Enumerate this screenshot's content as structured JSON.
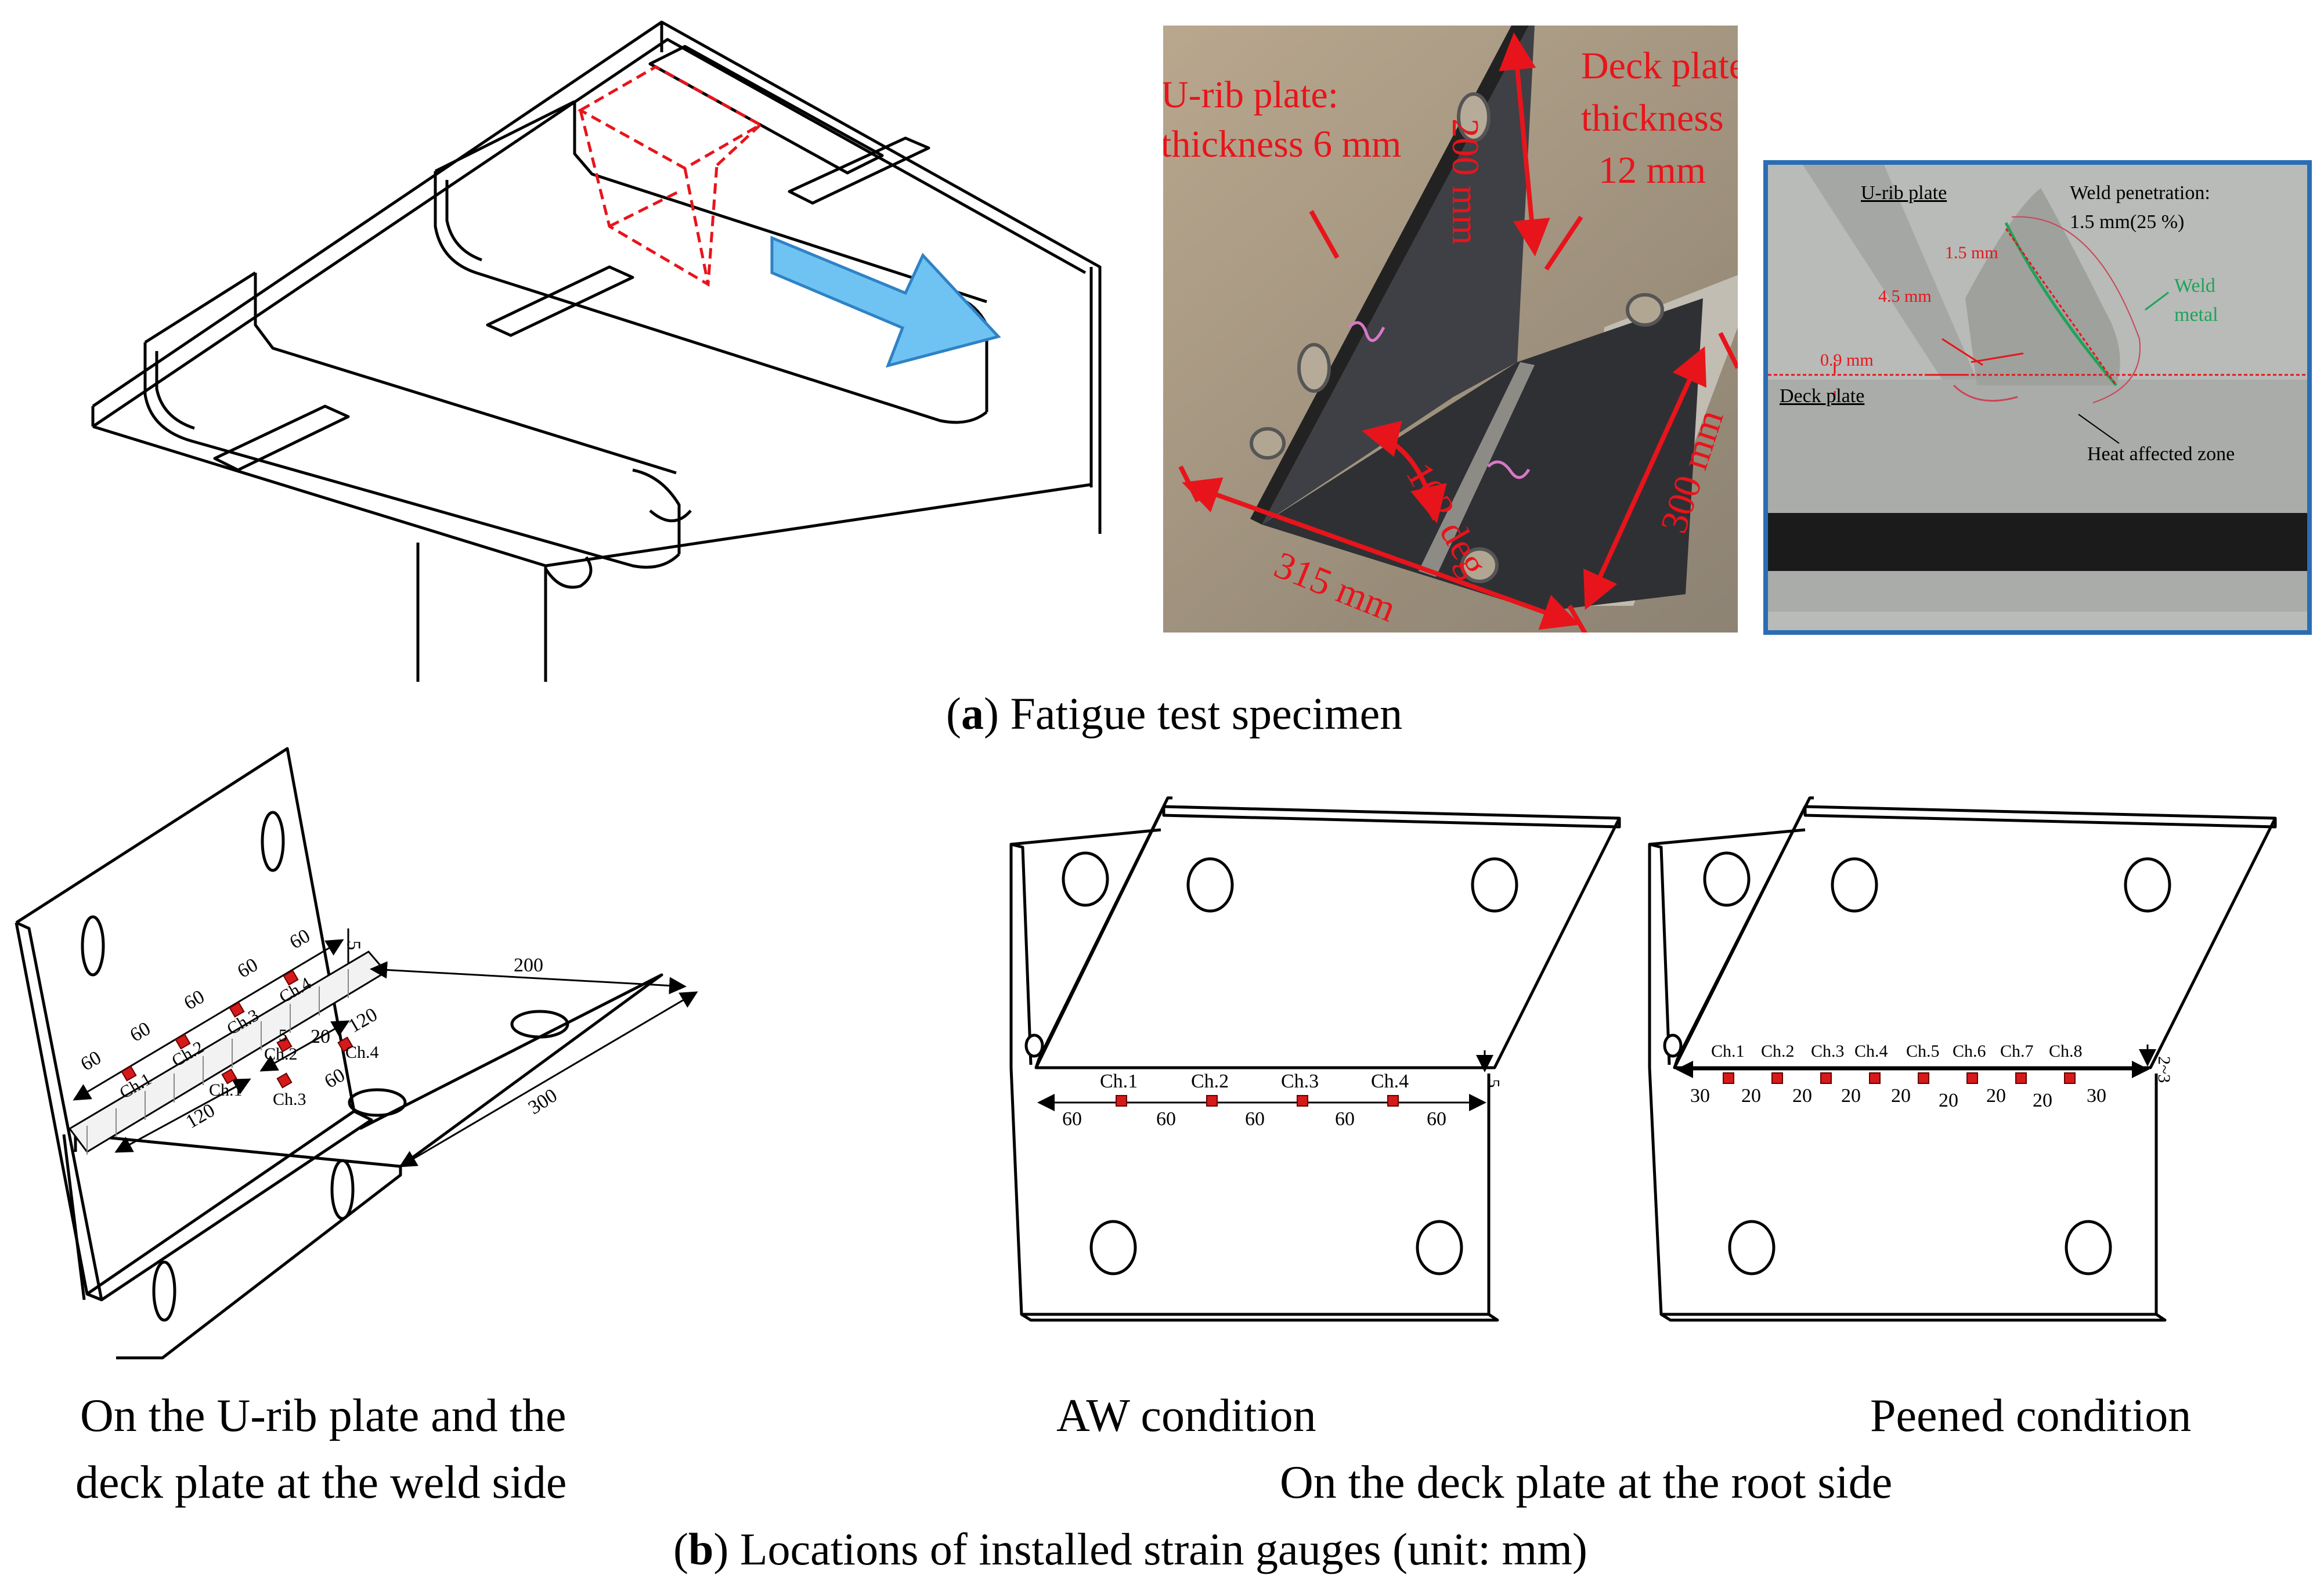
{
  "panel_a": {
    "caption_letter": "a",
    "caption_text": ") Fatigue test specimen",
    "photo": {
      "urib_label_line1": "U-rib plate:",
      "urib_label_line2": "thickness 6 mm",
      "deck_label_line1": "Deck plate:",
      "deck_label_line2": "thickness",
      "deck_label_line3": "12 mm",
      "dim_200": "200 mm",
      "dim_300": "300 mm",
      "dim_315": "315 mm",
      "angle": "102 deg"
    },
    "micrograph": {
      "urib_plate": "U-rib plate",
      "deck_plate": "Deck plate",
      "weld_penetration_line1": "Weld penetration:",
      "weld_penetration_line2": "1.5 mm(25 %)",
      "weld_metal_line1": "Weld",
      "weld_metal_line2": "metal",
      "haz": "Heat affected zone",
      "dim_1_5": "1.5 mm",
      "dim_4_5": "4.5 mm",
      "dim_0_9": "0.9 mm"
    },
    "colors": {
      "annotation_red": "#e8141b",
      "arrow_blue": "#6fc3f2",
      "frame_blue": "#2a6db4",
      "weld_green": "#1fa35a"
    }
  },
  "panel_b": {
    "caption_letter": "b",
    "caption_text": ") Locations of installed strain gauges (unit: mm)",
    "weld_side": {
      "label_line1": "On the U-rib plate and the",
      "label_line2": "deck plate at the weld side",
      "urib_channels": [
        "Ch.1",
        "Ch.2",
        "Ch.3",
        "Ch.4"
      ],
      "urib_spacings": [
        "60",
        "60",
        "60",
        "60",
        "60"
      ],
      "deck_channels": [
        "Ch.1",
        "Ch.2",
        "Ch.3",
        "Ch.4"
      ],
      "dims": {
        "edge": "5",
        "d200": "200",
        "d300": "300",
        "d120a": "120",
        "d120b": "120",
        "d20": "20",
        "d5": "5",
        "d60": "60"
      }
    },
    "aw": {
      "label": "AW condition",
      "channels": [
        "Ch.1",
        "Ch.2",
        "Ch.3",
        "Ch.4"
      ],
      "spacings": [
        "60",
        "60",
        "60",
        "60",
        "60"
      ],
      "edge": "5"
    },
    "peened": {
      "label": "Peened condition",
      "channels": [
        "Ch.1",
        "Ch.2",
        "Ch.3",
        "Ch.4",
        "Ch.5",
        "Ch.6",
        "Ch.7",
        "Ch.8"
      ],
      "spacings": [
        "30",
        "20",
        "20",
        "20",
        "20",
        "20",
        "20",
        "20",
        "30"
      ],
      "edge": "2~3"
    },
    "root_side_label": "On the deck plate at the root side"
  }
}
